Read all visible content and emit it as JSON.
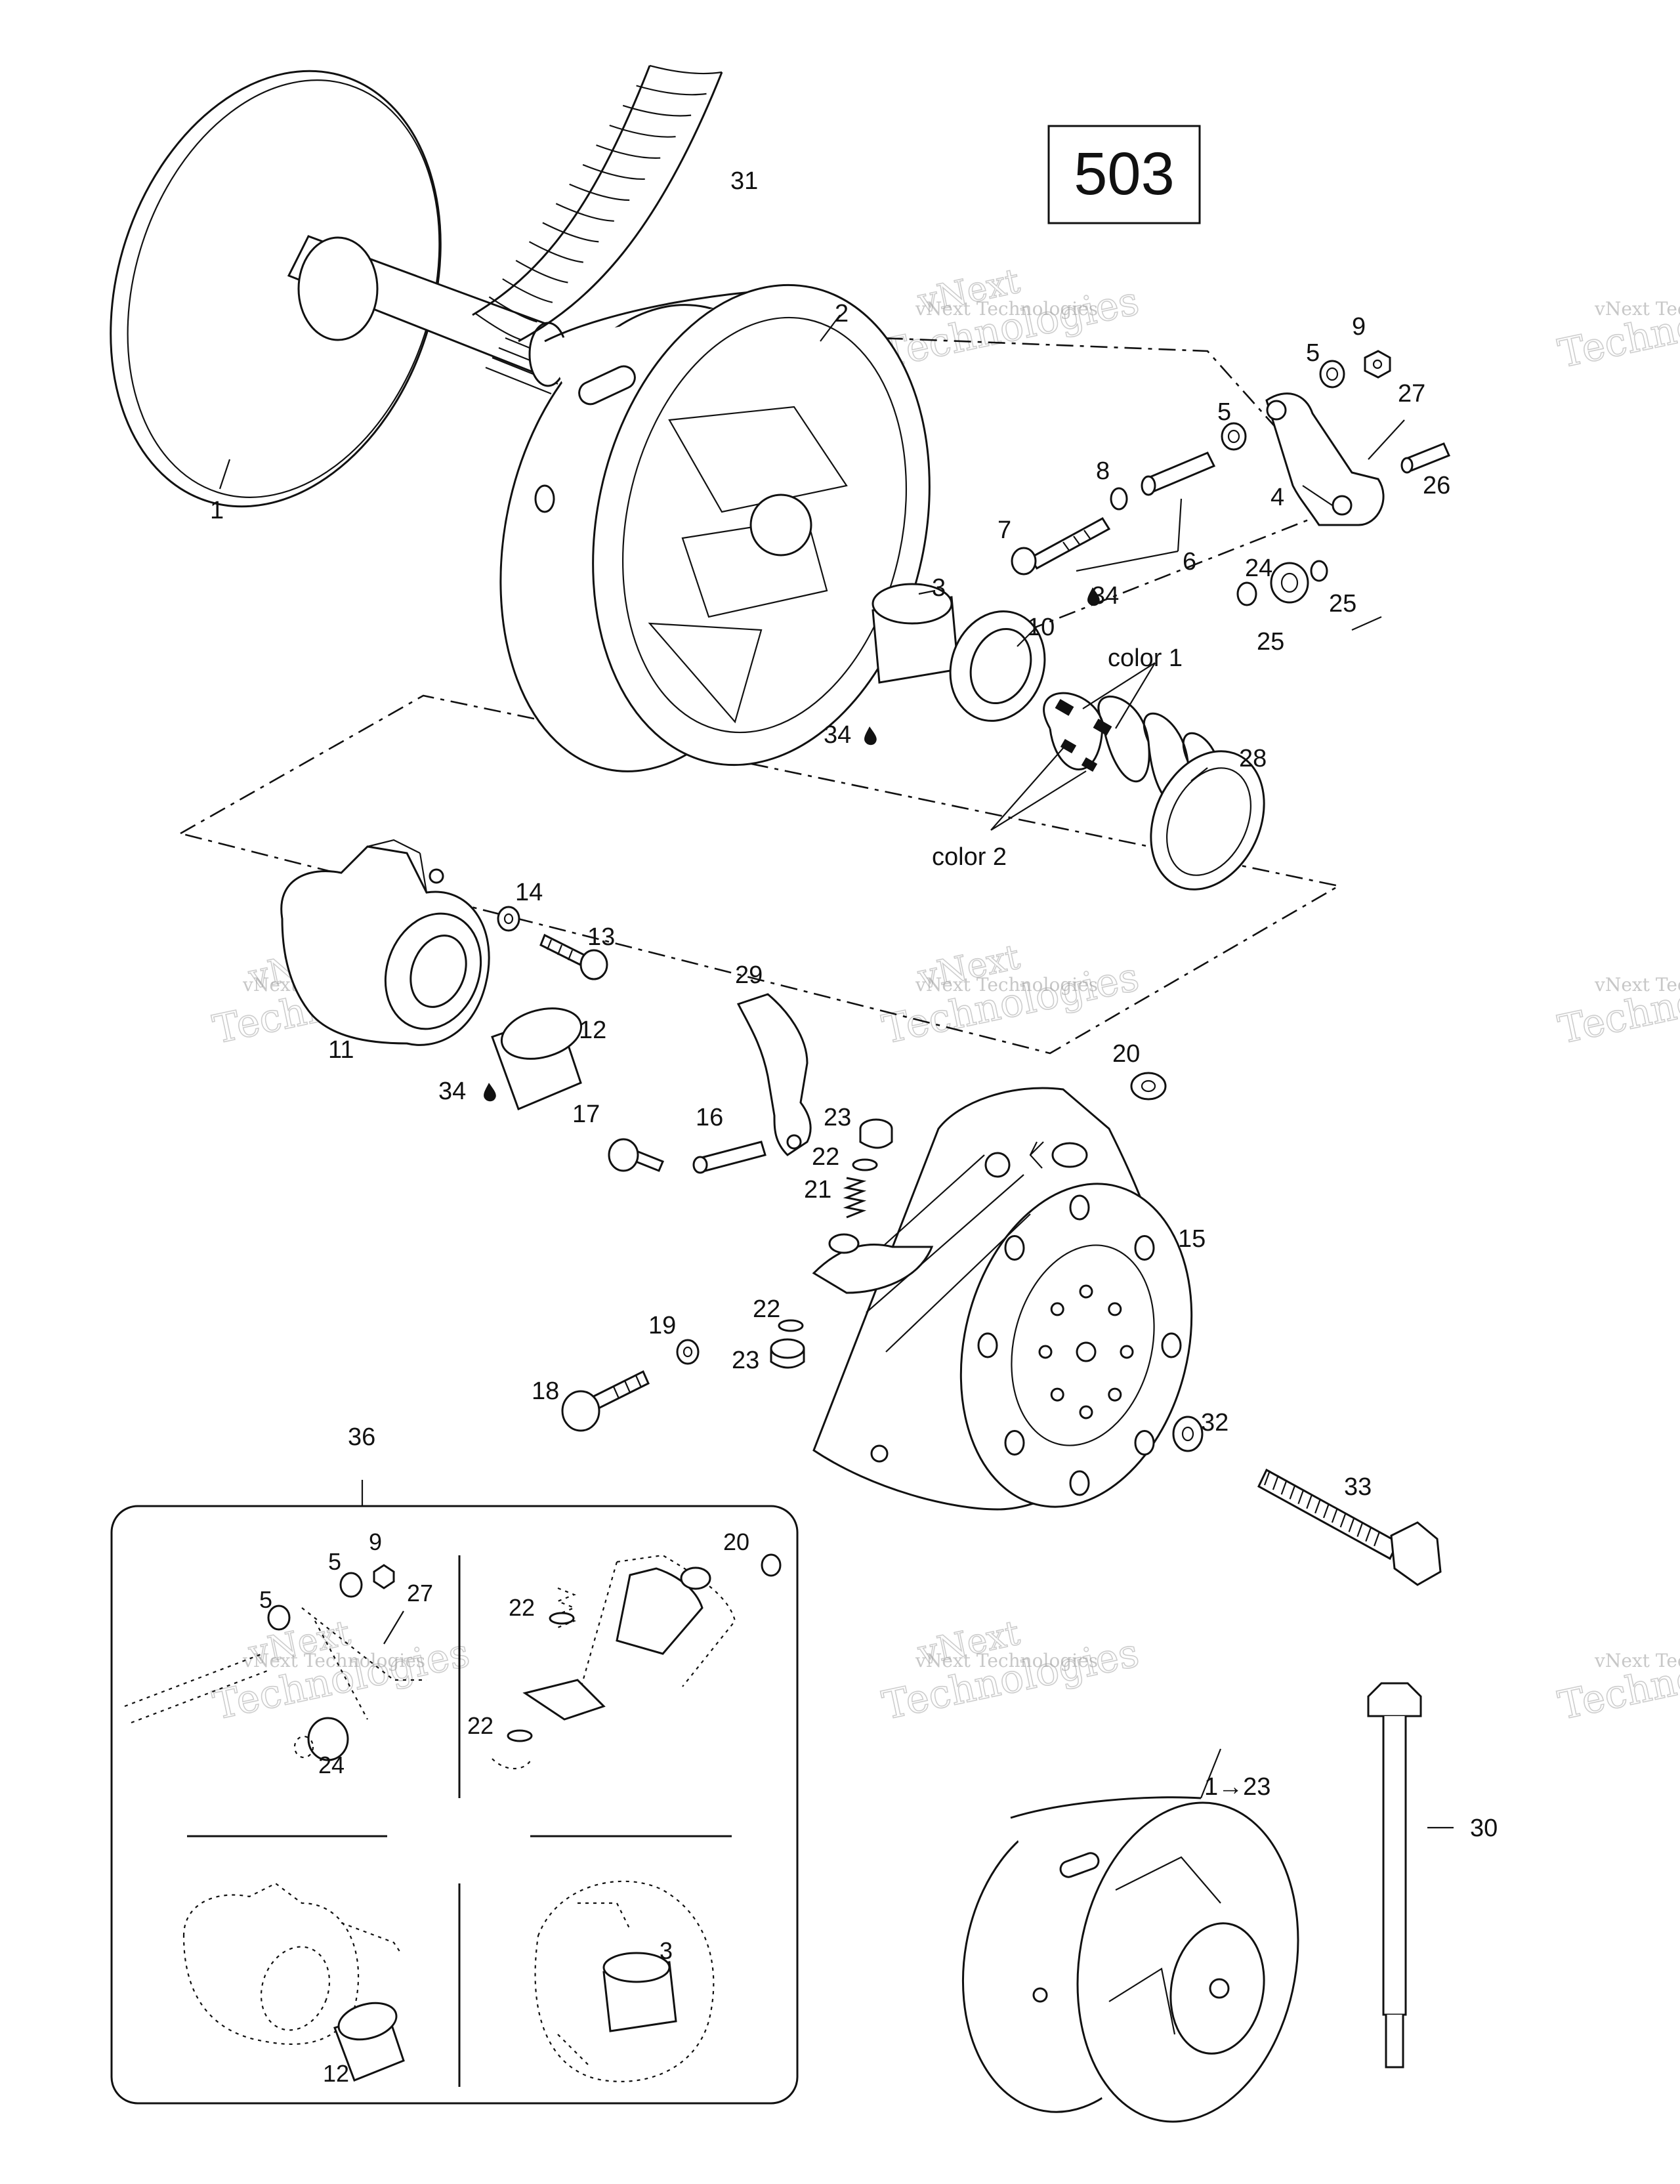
{
  "diagram_number": "503",
  "watermark": {
    "small": "vNext Technologies",
    "large": "Technologies",
    "top": "vNext"
  },
  "callouts": {
    "c1": "1",
    "c2": "2",
    "c3": "3",
    "c4": "4",
    "c5a": "5",
    "c5b": "5",
    "c6": "6",
    "c7": "7",
    "c8": "8",
    "c9": "9",
    "c10": "10",
    "c11": "11",
    "c12": "12",
    "c13": "13",
    "c14": "14",
    "c15": "15",
    "c16": "16",
    "c17": "17",
    "c18": "18",
    "c19": "19",
    "c20": "20",
    "c21": "21",
    "c22a": "22",
    "c22b": "22",
    "c23a": "23",
    "c23b": "23",
    "c24": "24",
    "c25a": "25",
    "c25b": "25",
    "c26": "26",
    "c27": "27",
    "c28": "28",
    "c29": "29",
    "c30": "30",
    "c31": "31",
    "c32": "32",
    "c33": "33",
    "c34a": "34",
    "c34b": "34",
    "c34c": "34",
    "c36": "36",
    "color1": "color 1",
    "color2": "color 2",
    "assembly": "1→23"
  },
  "inset": {
    "q1_5a": "5",
    "q1_5b": "5",
    "q1_9": "9",
    "q1_27": "27",
    "q1_24": "24",
    "q2_20": "20",
    "q2_22a": "22",
    "q2_22b": "22",
    "q3_12": "12",
    "q4_3": "3"
  }
}
